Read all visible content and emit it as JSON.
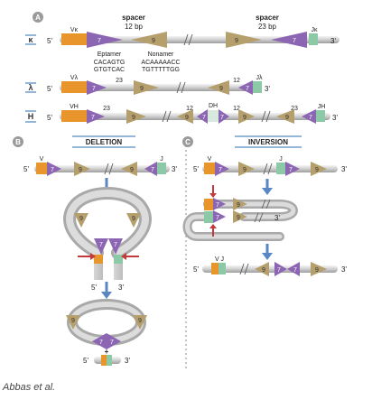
{
  "panels": {
    "a": {
      "letter": "A",
      "kappa": {
        "locus": "κ",
        "five": "5'",
        "three": "3'",
        "v_label": "Vκ",
        "j_label": "Jκ",
        "spacer_left": "spacer",
        "spacer_left_bp": "12 bp",
        "spacer_right": "spacer",
        "spacer_right_bp": "23 bp",
        "heptamer_title": "Eptamer",
        "heptamer_seq1": "CACAGTG",
        "heptamer_seq2": "GTGTCAC",
        "nonamer_title": "Nonamer",
        "nonamer_seq1": "ACAAAAACC",
        "nonamer_seq2": "TGTTTTTGG"
      },
      "lambda": {
        "locus": "λ",
        "five": "5'",
        "three": "3'",
        "v_label": "Vλ",
        "j_label": "Jλ",
        "spacer_left": "23",
        "spacer_right": "12"
      },
      "heavy": {
        "locus": "H",
        "five": "5'",
        "three": "3'",
        "v_label": "VH",
        "d_label": "DH",
        "j_label": "JH",
        "sp1": "23",
        "sp2": "12",
        "sp3": "12",
        "sp4": "23"
      }
    },
    "b": {
      "letter": "B",
      "title": "DELETION",
      "five": "5'",
      "three": "3'",
      "v_label": "V",
      "j_label": "J",
      "plus": "+"
    },
    "c": {
      "letter": "C",
      "title": "INVERSION",
      "five": "5'",
      "three": "3'",
      "v_label": "V",
      "j_label": "J",
      "vj_label": "V J"
    }
  },
  "motif_labels": {
    "heptamer": "7",
    "nonamer": "9"
  },
  "colors": {
    "heptamer": "#8c66b3",
    "nonamer": "#b59f6d",
    "v_segment": "#e8962c",
    "j_segment": "#8cc9a6",
    "d_segment": "#d8eadd",
    "arrow": "#5b86c4",
    "red_arrow": "#c43a3a"
  },
  "credit": "Abbas et al."
}
